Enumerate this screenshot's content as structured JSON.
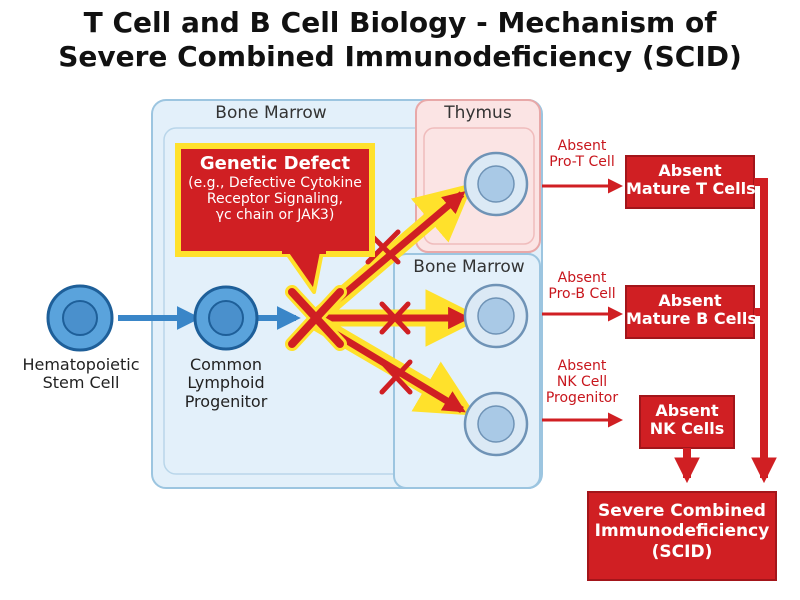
{
  "title": {
    "line1": "T Cell and B Cell Biology - Mechanism of",
    "line2": "Severe Combined Immunodeficiency (SCID)"
  },
  "regions": {
    "bone_marrow_main": "Bone Marrow",
    "thymus": "Thymus",
    "bone_marrow_secondary": "Bone Marrow"
  },
  "cells": {
    "hsc": [
      "Hematopoietic",
      "Stem Cell"
    ],
    "clp": [
      "Common",
      "Lymphoid",
      "Progenitor"
    ]
  },
  "defect": {
    "title": "Genetic Defect",
    "lines": [
      "(e.g., Defective Cytokine",
      "Receptor Signaling,",
      "γc chain or JAK3)"
    ]
  },
  "absent_progenitors": {
    "pro_t": [
      "Absent",
      "Pro-T Cell"
    ],
    "pro_b": [
      "Absent",
      "Pro-B Cell"
    ],
    "nk_progenitor": [
      "Absent",
      "NK Cell",
      "Progenitor"
    ]
  },
  "outcome_boxes": {
    "mature_t": [
      "Absent",
      "Mature T Cells"
    ],
    "mature_b": [
      "Absent",
      "Mature B Cells"
    ],
    "nk": [
      "Absent",
      "NK Cells"
    ],
    "scid": [
      "Severe Combined",
      "Immunodeficiency",
      "(SCID)"
    ]
  },
  "colors": {
    "region_fill": "#e3f0fa",
    "region_stroke": "#9cc5e0",
    "thymus_fill": "#fbe4e4",
    "thymus_stroke": "#e8a8a8",
    "cell_fill": "#5aa3dc",
    "cell_inner": "#4a90cc",
    "cell_stroke": "#1e5f99",
    "pale_cell_fill": "#dbe9f5",
    "pale_cell_inner": "#a9c9e6",
    "pale_cell_stroke": "#6f93b6",
    "blue_arrow": "#3a86c8",
    "red": "#d01f23",
    "yellow": "#ffe12b"
  }
}
